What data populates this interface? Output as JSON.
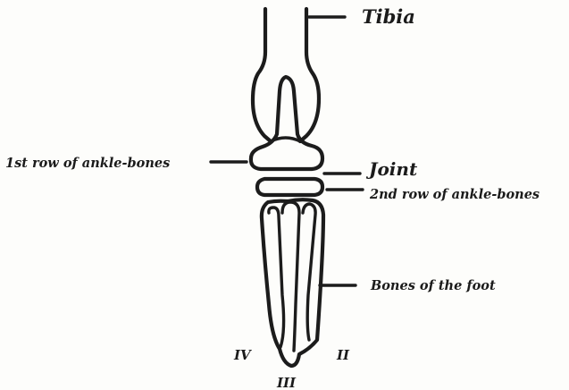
{
  "labels": {
    "tibia": "Tibia",
    "first_row": "1st row of ankle-bones",
    "joint": "Joint",
    "second_row": "2nd row of ankle-bones",
    "foot_bones": "Bones of the foot",
    "digit_iv": "IV",
    "digit_ii": "II",
    "digit_iii": "III"
  }
}
